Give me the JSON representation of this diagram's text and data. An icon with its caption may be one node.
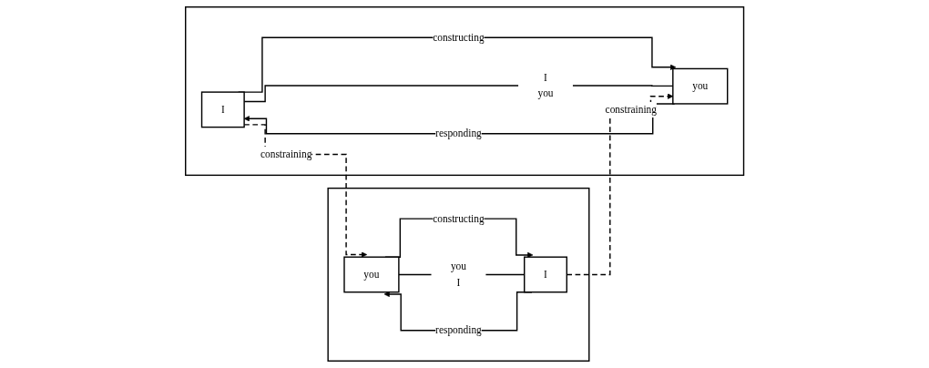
{
  "diagram": {
    "nodes": [
      {
        "text": [],
        "shape": "box"
      },
      {
        "text": [
          "I"
        ],
        "in": 0
      },
      {
        "text": [
          "I",
          "you"
        ],
        "in": 0
      },
      {
        "text": [
          "you"
        ],
        "in": 0
      },
      {
        "text": [],
        "shape": "box"
      },
      {
        "text": [
          "you"
        ],
        "in": 4
      },
      {
        "text": [
          "you",
          "I"
        ],
        "in": 4
      },
      {
        "text": [
          "I"
        ],
        "in": 4
      }
    ],
    "edges": [
      {
        "from": 1,
        "to": 3,
        "arrow": "to",
        "label": "constructing"
      },
      {
        "from": 3,
        "to": 1,
        "arrow": "to",
        "label": "responding"
      },
      {
        "from": 1,
        "to": 2,
        "arrow": "none"
      },
      {
        "from": 2,
        "to": 3,
        "arrow": "none"
      },
      {
        "from": 7,
        "to": 5,
        "arrow": "to",
        "label": "responding"
      },
      {
        "from": 5,
        "to": 7,
        "arrow": "to",
        "label": "constructing"
      },
      {
        "from": 5,
        "to": 6,
        "arrow": "none"
      },
      {
        "from": 6,
        "to": 7,
        "arrow": "none"
      },
      {
        "from": 7,
        "to": 3,
        "arrow": "to",
        "label": "constraining",
        "style": "dashed"
      },
      {
        "from": 1,
        "to": 5,
        "arrow": "to",
        "label": "constraining",
        "style": "dashed"
      }
    ]
  }
}
